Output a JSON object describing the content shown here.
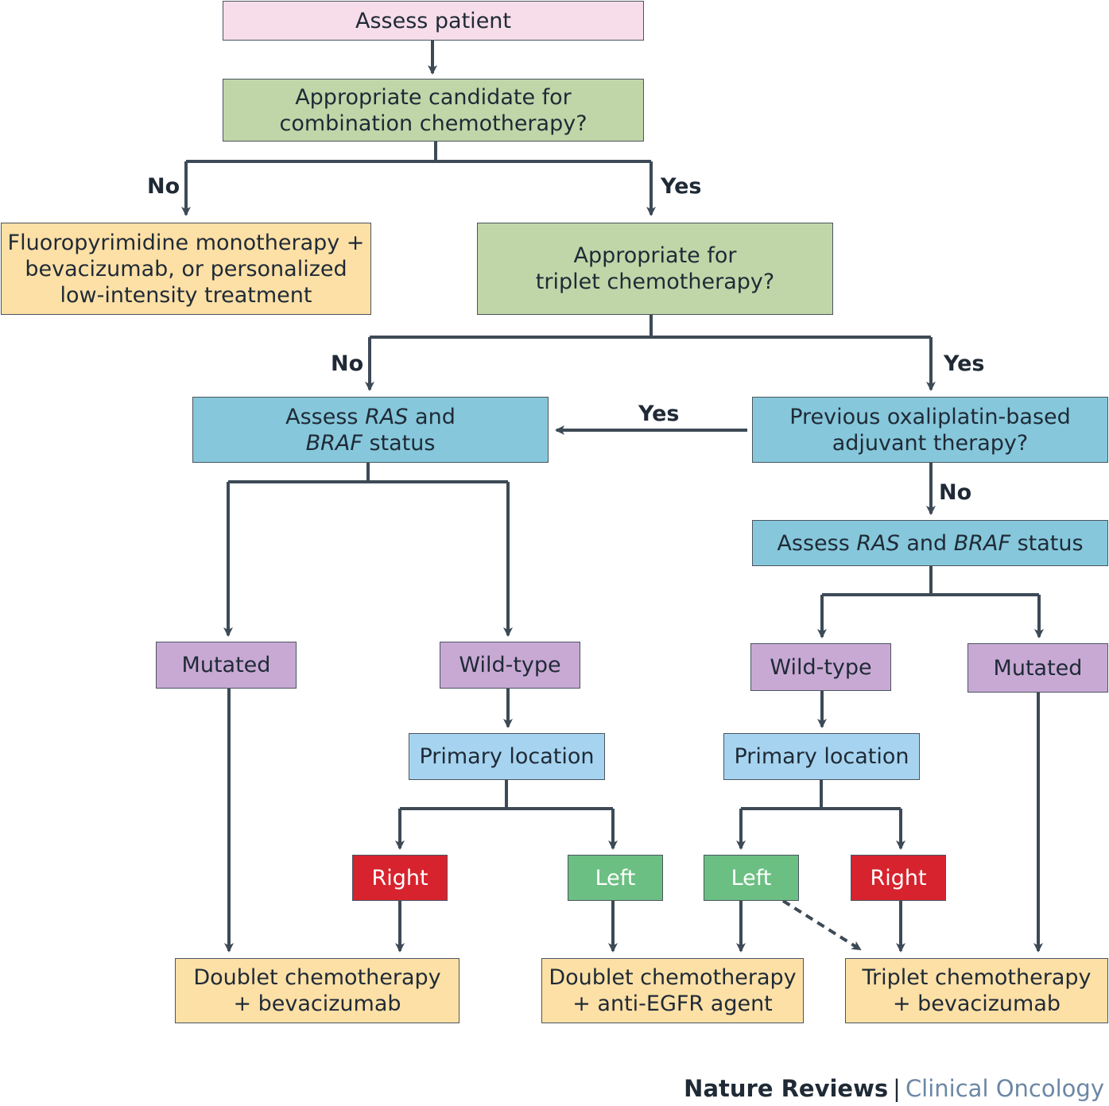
{
  "nodes": {
    "assess_patient": "Assess patient",
    "combo_q": [
      "Appropriate candidate for",
      "combination chemotherapy?"
    ],
    "fluoro": [
      "Fluoropyrimidine monotherapy +",
      "bevacizumab, or personalized",
      "low-intensity treatment"
    ],
    "triplet_q": [
      "Appropriate for",
      "triplet chemotherapy?"
    ],
    "assess_left": {
      "line1_pre": "Assess ",
      "line1_it": "RAS",
      "line1_post": " and",
      "line2_it": "BRAF",
      "line2_post": " status"
    },
    "oxali_q": [
      "Previous oxaliplatin-based",
      "adjuvant therapy?"
    ],
    "assess_right": {
      "pre": "Assess ",
      "it1": "RAS",
      "mid": " and ",
      "it2": "BRAF",
      "post": " status"
    },
    "mutated_left": "Mutated",
    "wildtype_left": "Wild-type",
    "wildtype_right": "Wild-type",
    "mutated_right": "Mutated",
    "primary_left": "Primary location",
    "primary_right": "Primary location",
    "right_a": "Right",
    "left_a": "Left",
    "left_b": "Left",
    "right_b": "Right",
    "doublet_bev": [
      "Doublet chemotherapy",
      "+ bevacizumab"
    ],
    "doublet_egfr": [
      "Doublet chemotherapy",
      "+ anti-EGFR agent"
    ],
    "triplet_bev": [
      "Triplet chemotherapy",
      "+ bevacizumab"
    ]
  },
  "labels": {
    "no1": "No",
    "yes1": "Yes",
    "no2": "No",
    "yes2": "Yes",
    "yes3": "Yes",
    "no3": "No"
  },
  "footer": {
    "journal": "Nature Reviews",
    "separator": "|",
    "section": "Clinical Oncology"
  },
  "colors": {
    "line": "#3d4a56",
    "pink": "#f6dde9",
    "green": "#c0d6a8",
    "orange": "#fde0a6",
    "teal": "#86c7db",
    "purple": "#c8a9d4",
    "light_blue": "#a6d4f0",
    "red": "#d7232e",
    "light_green": "#6cbf82"
  }
}
